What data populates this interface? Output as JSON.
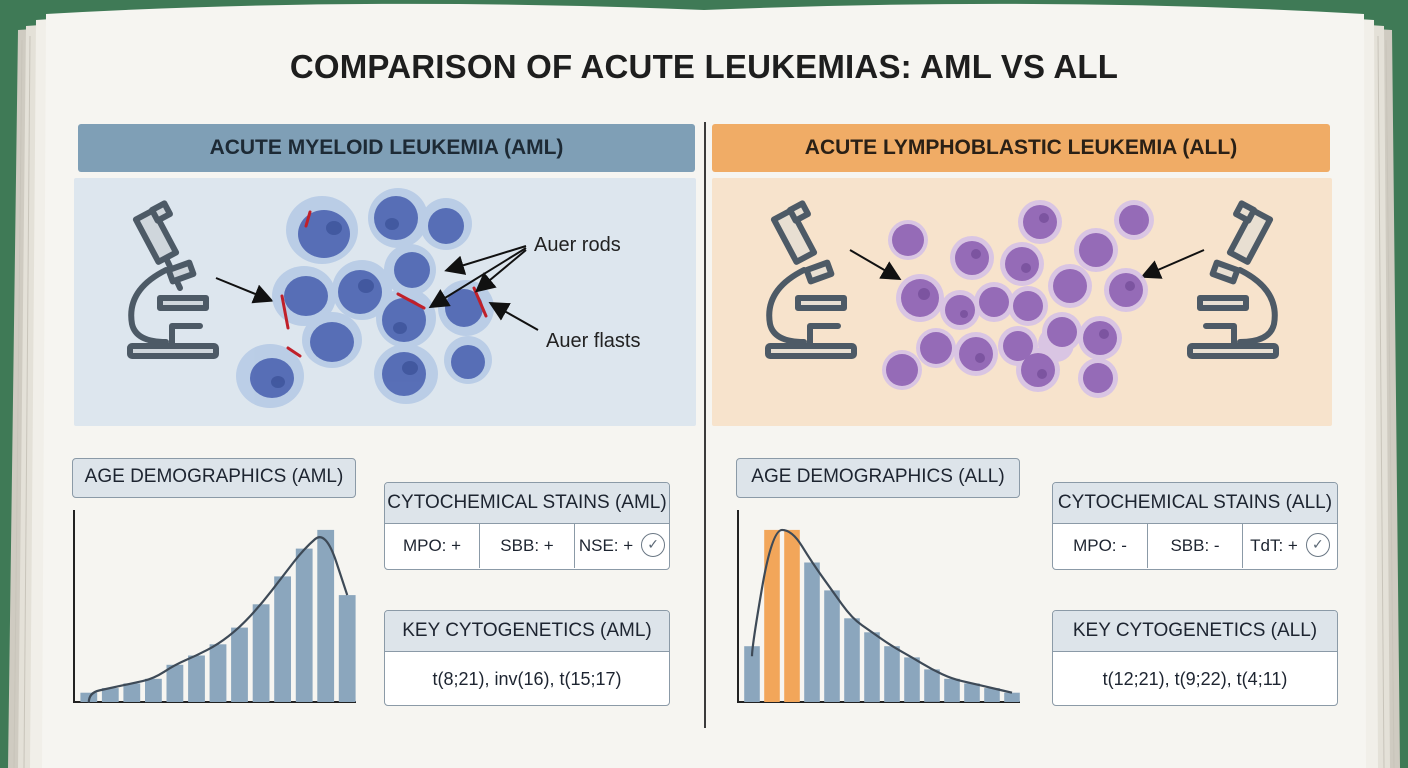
{
  "title": "COMPARISON OF ACUTE LEUKEMIAS: AML VS ALL",
  "aml": {
    "header": "ACUTE MYELOID LEUKEMIA (AML)",
    "callouts": {
      "auer_rods": "Auer rods",
      "auer_flasts": "Auer flasts"
    },
    "age_label": "AGE DEMOGRAPHICS (AML)",
    "stains": {
      "title": "CYTOCHEMICAL STAINS (AML)",
      "cells": [
        "MPO: +",
        "SBB: +",
        "NSE: +"
      ]
    },
    "cytogenetics": {
      "title": "KEY CYTOGENETICS (AML)",
      "value": "t(8;21), inv(16), t(15;17)"
    }
  },
  "all": {
    "header": "ACUTE LYMPHOBLASTIC LEUKEMIA (ALL)",
    "age_label": "AGE DEMOGRAPHICS (ALL)",
    "stains": {
      "title": "CYTOCHEMICAL STAINS (ALL)",
      "cells": [
        "MPO: -",
        "SBB: -",
        "TdT: +"
      ]
    },
    "cytogenetics": {
      "title": "KEY CYTOGENETICS (ALL)",
      "value": "t(12;21), t(9;22), t(4;11)"
    }
  },
  "colors": {
    "aml_accent": "#7f9fb6",
    "all_accent": "#f0ac66",
    "bar_blue": "#8ba6bd",
    "bar_orange": "#f2a65a",
    "aml_cell": "#4a62b0",
    "all_cell": "#8a5cb0",
    "auer_rod": "#c0202a"
  },
  "chart_data": [
    {
      "type": "bar",
      "name_ref": "aml.age_label",
      "values": [
        1,
        1.5,
        2,
        2.5,
        4,
        5,
        6.2,
        8,
        10.5,
        13.5,
        16.5,
        18.5,
        11.5
      ],
      "highlight": [],
      "curve": "skewed-left peak near the right",
      "xlabel": "",
      "ylabel": ""
    },
    {
      "type": "bar",
      "name_ref": "all.age_label",
      "values": [
        6,
        18.5,
        18.5,
        15,
        12,
        9,
        7.5,
        6,
        4.8,
        3.5,
        2.5,
        2,
        1.5,
        1
      ],
      "highlight": [
        1,
        2
      ],
      "curve": "right-skewed peak near the left",
      "xlabel": "",
      "ylabel": ""
    }
  ],
  "icons": [
    "microscope-icon",
    "check-circle-icon"
  ]
}
